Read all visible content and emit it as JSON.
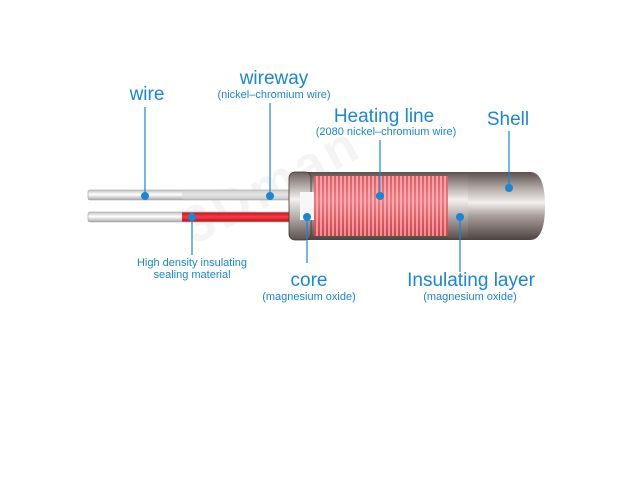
{
  "watermark": "3Dman",
  "labels": {
    "wire": "wire",
    "wireway": "wireway",
    "wireway_sub": "(nickel–chromium wire)",
    "heating_line": "Heating line",
    "heating_line_sub": "(2080 nickel–chromium wire)",
    "shell": "Shell",
    "sealing": "High density insulating",
    "sealing_2": "sealing material",
    "core": "core",
    "core_sub": "(magnesium oxide)",
    "insulating": "Insulating layer",
    "insulating_sub": "(magnesium oxide)"
  },
  "colors": {
    "accent": "#1a86d6",
    "coil": "#e8535a",
    "shell": "#9a8e89",
    "red_wire": "#e5202b"
  }
}
